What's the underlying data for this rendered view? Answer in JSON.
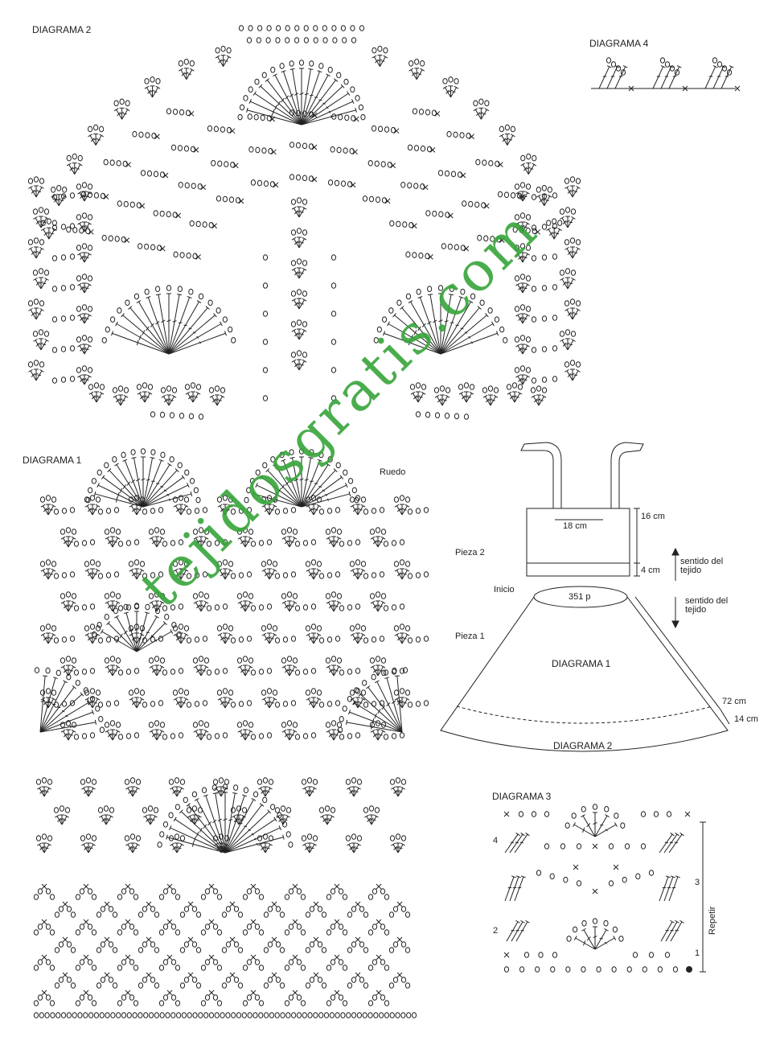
{
  "titles": {
    "d2": "DIAGRAMA 2",
    "d4": "DIAGRAMA 4",
    "d1": "DIAGRAMA 1",
    "d3": "DIAGRAMA 3",
    "ruedo": "Ruedo"
  },
  "schematic": {
    "pieza2": "Pieza 2",
    "pieza1": "Pieza 1",
    "inicio": "Inicio",
    "w18": "18 cm",
    "h16": "16 cm",
    "h4": "4 cm",
    "sentido_up": "sentido del\ntejido",
    "sentido_down": "sentido del\ntejido",
    "p351": "351 p",
    "body_d1": "DIAGRAMA 1",
    "body_d2": "DIAGRAMA 2",
    "h72": "72 cm",
    "h14": "14 cm"
  },
  "diagram3": {
    "repetir": "Repetir",
    "rows": [
      "1",
      "2",
      "3",
      "4"
    ]
  },
  "watermark": "tejidosgratis.com",
  "colors": {
    "ink": "#222222",
    "watermark": "#37a53a"
  }
}
